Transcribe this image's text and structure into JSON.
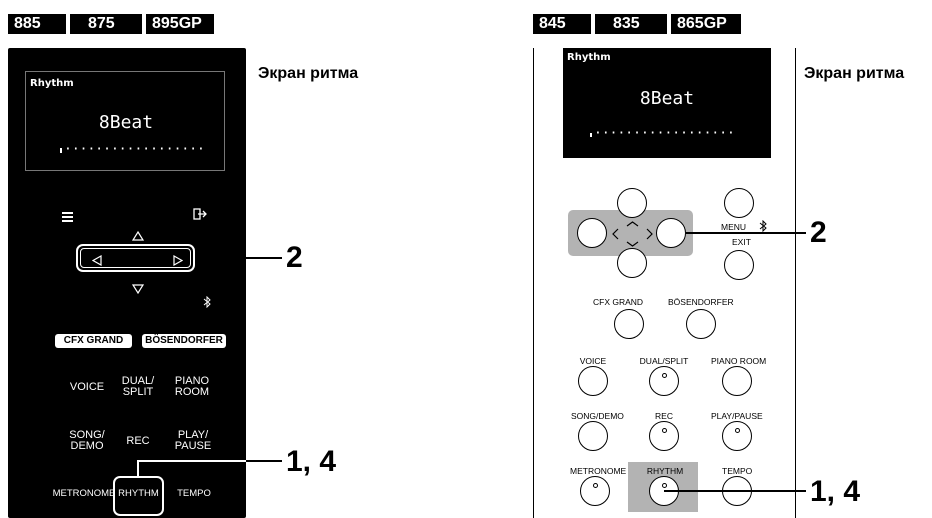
{
  "models_left": [
    "885",
    "875",
    "895GP"
  ],
  "models_right": [
    "845",
    "835",
    "865GP"
  ],
  "screen_label_left": "Экран ритма",
  "screen_label_right": "Экран ритма",
  "display": {
    "title": "Rhythm",
    "value": "8Beat"
  },
  "callouts": {
    "nav": "2",
    "rhythm": "1, 4"
  },
  "left_panel": {
    "icons": {
      "menu": "menu-icon",
      "exit": "exit-icon",
      "bluetooth": "bluetooth-icon"
    },
    "pills": [
      "CFX GRAND",
      "BÖSENDORFER"
    ],
    "row1": [
      "VOICE",
      "DUAL/\nSPLIT",
      "PIANO\nROOM"
    ],
    "row2": [
      "SONG/\nDEMO",
      "REC",
      "PLAY/\nPAUSE"
    ],
    "row3": [
      "METRONOME",
      "RHYTHM",
      "TEMPO"
    ]
  },
  "right_panel": {
    "menu": "MENU",
    "exit": "EXIT",
    "piano": [
      "CFX GRAND",
      "BÖSENDORFER"
    ],
    "row1": [
      "VOICE",
      "DUAL/SPLIT",
      "PIANO ROOM"
    ],
    "row2": [
      "SONG/DEMO",
      "REC",
      "PLAY/PAUSE"
    ],
    "row3": [
      "METRONOME",
      "RHYTHM",
      "TEMPO"
    ]
  },
  "colors": {
    "highlight": "#b3b3b3",
    "panel": "#000000"
  }
}
